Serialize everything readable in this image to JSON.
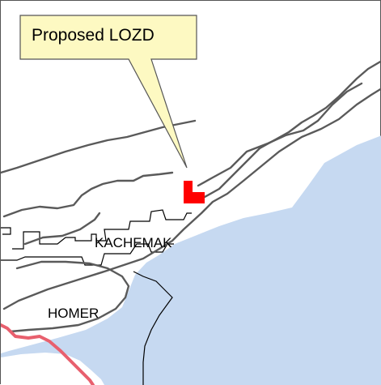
{
  "callout": {
    "text": "Proposed LOZD"
  },
  "places": [
    {
      "name": "KACHEMAK"
    },
    {
      "name": "HOMER"
    }
  ],
  "colors": {
    "water": "#c6d9f1",
    "land": "#ffffff",
    "road": "#5a5a5a",
    "boundary": "#000000",
    "highlighted_parcel": "#ff0000",
    "highway": "#e8606e",
    "callout_fill": "#fdf9c2",
    "callout_border": "#555555"
  }
}
